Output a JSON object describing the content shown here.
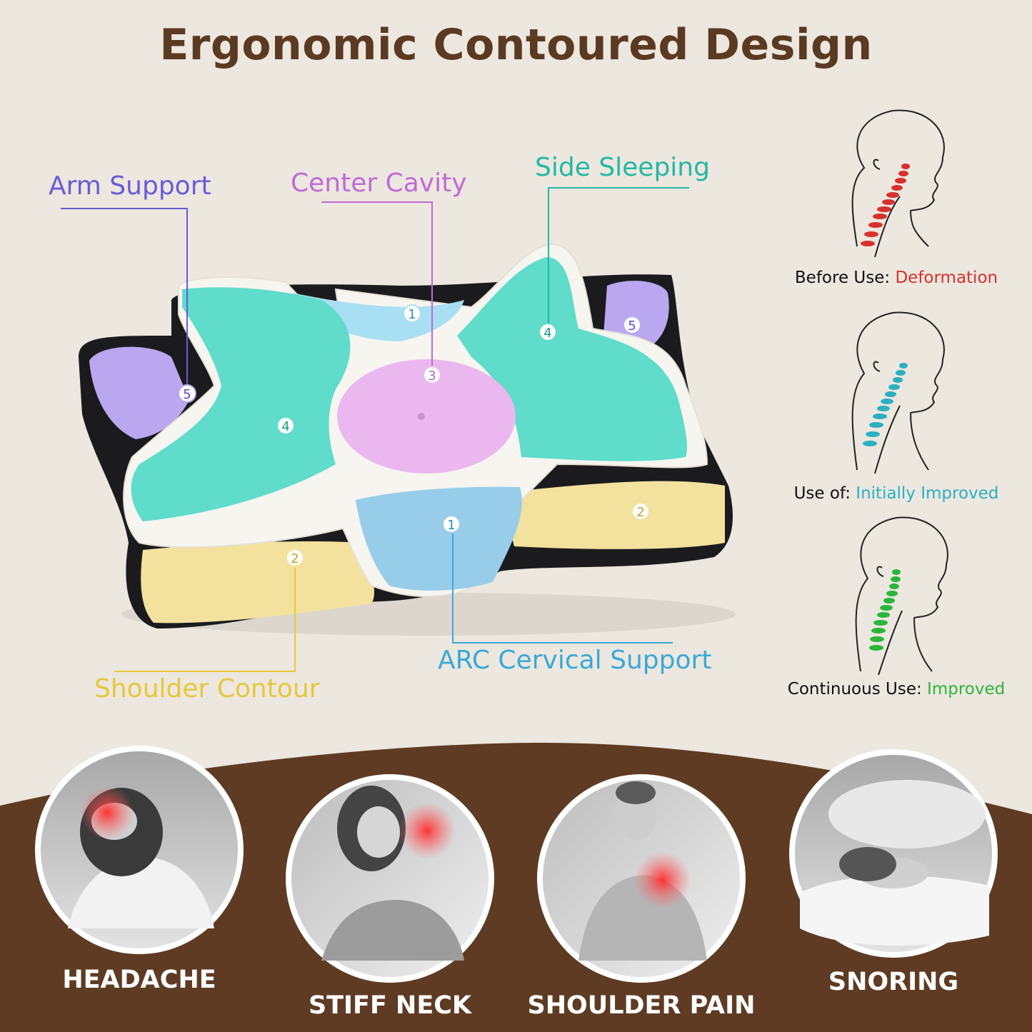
{
  "title": "Ergonomic Contoured Design",
  "colors": {
    "background": "#ece7df",
    "title": "#5b3a22",
    "band": "#5e3b22",
    "arm_support": "#6b5ad6",
    "center_cavity": "#c06ad4",
    "side_sleeping": "#25b8a3",
    "arc_cervical": "#3aa9d6",
    "shoulder_contour": "#e6c83a",
    "deformation": "#d8302c",
    "initially_improved": "#2bb0c0",
    "improved": "#2ab63a"
  },
  "callouts": {
    "arm_support": "Arm Support",
    "center_cavity": "Center Cavity",
    "side_sleeping": "Side Sleeping",
    "arc_cervical": "ARC Cervical Support",
    "shoulder_contour": "Shoulder Contour"
  },
  "zone_numbers": {
    "n1": "1",
    "n2": "2",
    "n3": "3",
    "n4": "4",
    "n5": "5"
  },
  "spine": {
    "before_prefix": "Before Use: ",
    "before_status": "Deformation",
    "of_prefix": "Use of: ",
    "of_status": "Initially Improved",
    "continuous_prefix": "Continuous Use: ",
    "continuous_status": "Improved"
  },
  "conditions": {
    "headache": "HEADACHE",
    "stiff_neck": "STIFF NECK",
    "shoulder_pain": "SHOULDER PAIN",
    "snoring": "SNORING"
  }
}
